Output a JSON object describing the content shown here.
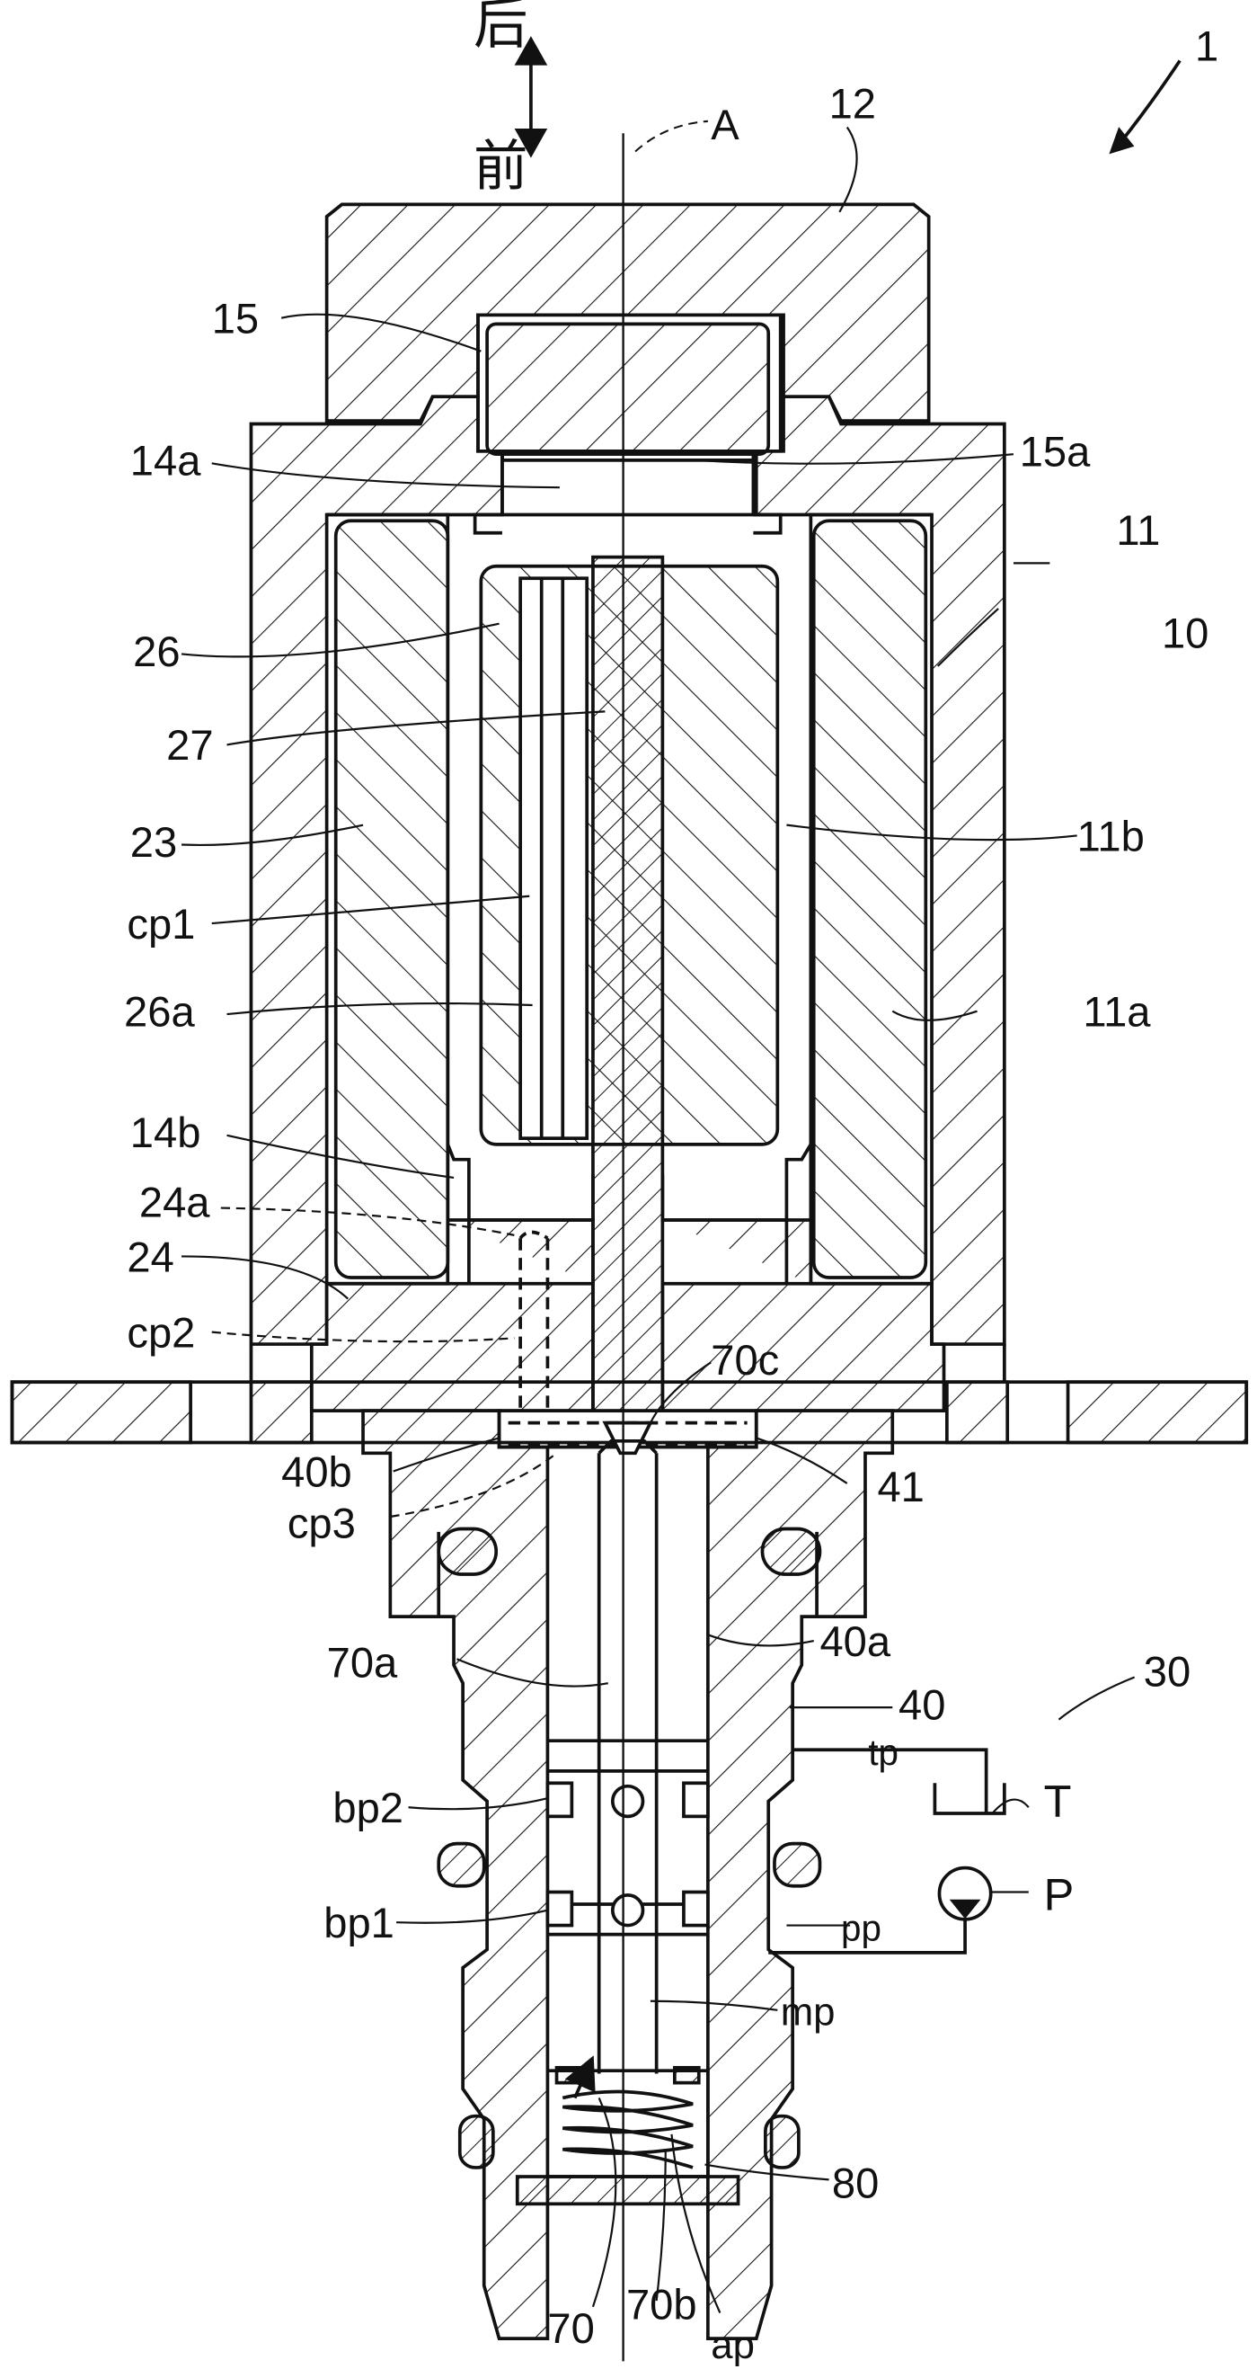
{
  "direction": {
    "rear": "后",
    "front": "前"
  },
  "labels": {
    "device": "1",
    "axis": "A",
    "housing_top": "12",
    "solenoid_case": "11",
    "solenoid_unit": "10",
    "case_side": "11a",
    "case_inner": "11b",
    "plug": "15",
    "plug_face": "15a",
    "core_top": "14a",
    "core_bottom": "14b",
    "plunger": "26",
    "plunger_bore": "26a",
    "shaft": "27",
    "coil": "23",
    "chamber_1": "cp1",
    "stator": "24",
    "stator_passage": "24a",
    "chamber_2": "cp2",
    "chamber_3": "cp3",
    "sleeve_end": "40b",
    "spool_tip": "70c",
    "collar": "41",
    "valve_unit": "30",
    "spool_bore": "70a",
    "sleeve_bore": "40a",
    "sleeve": "40",
    "tank_port": "tp",
    "tank": "T",
    "branch_port_2": "bp2",
    "branch_port_1": "bp1",
    "pump_port": "pp",
    "pump": "P",
    "main_passage": "mp",
    "spring": "80",
    "spool": "70",
    "spool_end": "70b",
    "adjust_port": "ap"
  },
  "colors": {
    "line": "#111111",
    "background": "#ffffff"
  }
}
